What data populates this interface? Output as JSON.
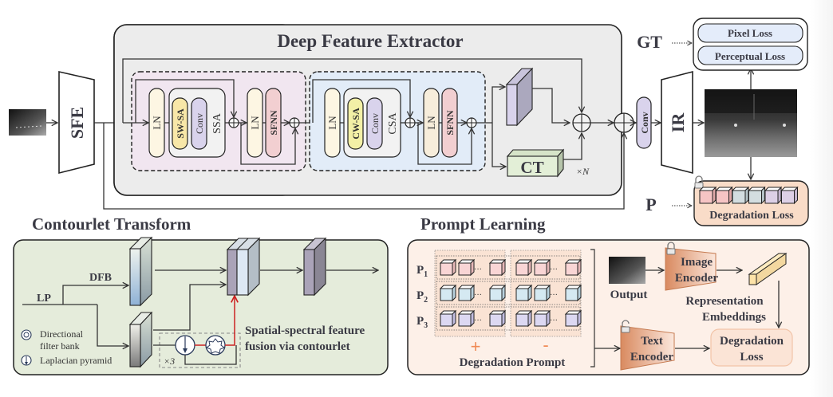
{
  "deep_feature_extractor": {
    "title": "Deep Feature Extractor",
    "ssa_block": {
      "ln1": "LN",
      "sw_sa": "SW-SA",
      "conv": "Conv",
      "ssa": "SSA",
      "ln2": "LN",
      "sfnn": "SFNN"
    },
    "csa_block": {
      "ln1": "LN",
      "cw_sa": "CW-SA",
      "conv": "Conv",
      "csa": "CSA",
      "ln2": "LN",
      "sfnn": "SFNN"
    },
    "ct_label": "CT",
    "repeat_label": "×N"
  },
  "pipeline": {
    "sfe": "SFE",
    "conv": "Conv",
    "ir": "IR",
    "gt": "GT",
    "p": "P"
  },
  "losses": {
    "pixel": "Pixel Loss",
    "perceptual": "Perceptual Loss",
    "degradation": "Degradation Loss"
  },
  "contourlet": {
    "title": "Contourlet Transform",
    "dfb": "DFB",
    "lp": "LP",
    "legend": [
      {
        "icon": "directional-filter-bank",
        "label_line1": "Directional",
        "label_line2": "filter bank"
      },
      {
        "icon": "laplacian-pyramid",
        "label_line1": "Laplacian pyramid"
      }
    ],
    "repeat": "×3",
    "caption_line1": "Spatial-spectral feature",
    "caption_line2": "fusion via contourlet"
  },
  "prompt_learning": {
    "title": "Prompt Learning",
    "rows": [
      "P",
      "P",
      "P"
    ],
    "row_subscripts": [
      "1",
      "2",
      "3"
    ],
    "dots": "···",
    "plus": "+",
    "minus": "-",
    "degradation_prompt": "Degradation Prompt",
    "output": "Output",
    "image_encoder_l1": "Image",
    "image_encoder_l2": "Encoder",
    "text_encoder_l1": "Text",
    "text_encoder_l2": "Encoder",
    "repr_l1": "Representation",
    "repr_l2": "Embeddings",
    "deg_loss_l1": "Degradation",
    "deg_loss_l2": "Loss"
  },
  "colors": {
    "dfe_bg": "#ececec",
    "ssa_bg": "#f1e6f0",
    "csa_bg": "#e2ecf8",
    "ln": "#fdf6e3",
    "sw_sa": "#f8e7a8",
    "cw_sa": "#f3f0a6",
    "conv": "#d9d3ec",
    "sfnn": "#f2cfd1",
    "ct": "#e3efd7",
    "contourlet_bg": "#e5ecdb",
    "prompt_bg": "#fdf0e8",
    "loss_box": "#e4ecfa",
    "deg_box": "#f9dcc8",
    "red": "#cc2222",
    "orange": "#f08a55"
  }
}
